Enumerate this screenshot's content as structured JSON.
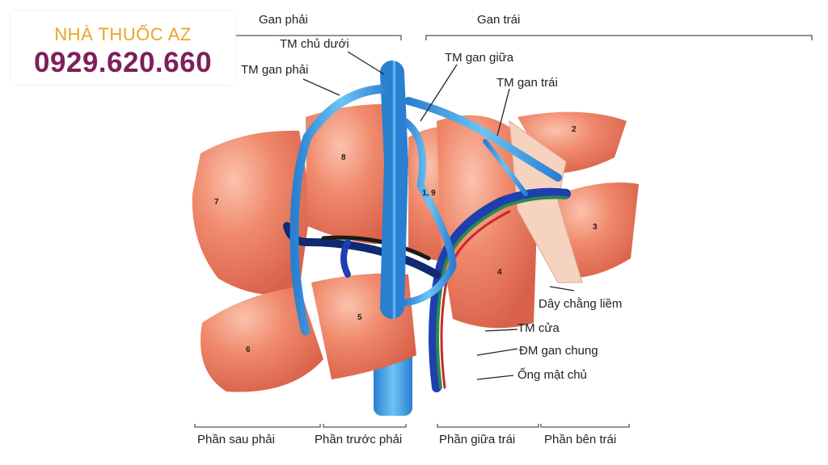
{
  "brand": {
    "name": "NHÀ THUỐC AZ",
    "phone": "0929.620.660",
    "name_color": "#e8a52a",
    "phone_color": "#7e1f5c"
  },
  "diagram": {
    "top_regions": {
      "right_liver": "Gan phải",
      "left_liver": "Gan trái"
    },
    "vessel_labels": {
      "ivc": "TM chủ dưới",
      "right_hepatic_vein": "TM gan phải",
      "middle_hepatic_vein": "TM gan giữa",
      "left_hepatic_vein": "TM gan trái",
      "falciform_ligament": "Dây chằng liềm",
      "portal_vein": "TM cửa",
      "common_hepatic_artery": "ĐM gan chung",
      "common_bile_duct": "Ống mật chủ"
    },
    "segments": [
      "1, 9",
      "2",
      "3",
      "4",
      "5",
      "6",
      "7",
      "8"
    ],
    "bottom_sections": {
      "right_posterior": "Phần sau phải",
      "right_anterior": "Phần trước phải",
      "left_medial": "Phần giữa trái",
      "left_lateral": "Phần bên trái"
    },
    "colors": {
      "liver": "#f0876a",
      "liver_dark": "#d9614a",
      "vein": "#3aa0e8",
      "portal": "#1e3fb0",
      "artery": "#c82a2a",
      "bile": "#2a8a4a"
    }
  }
}
